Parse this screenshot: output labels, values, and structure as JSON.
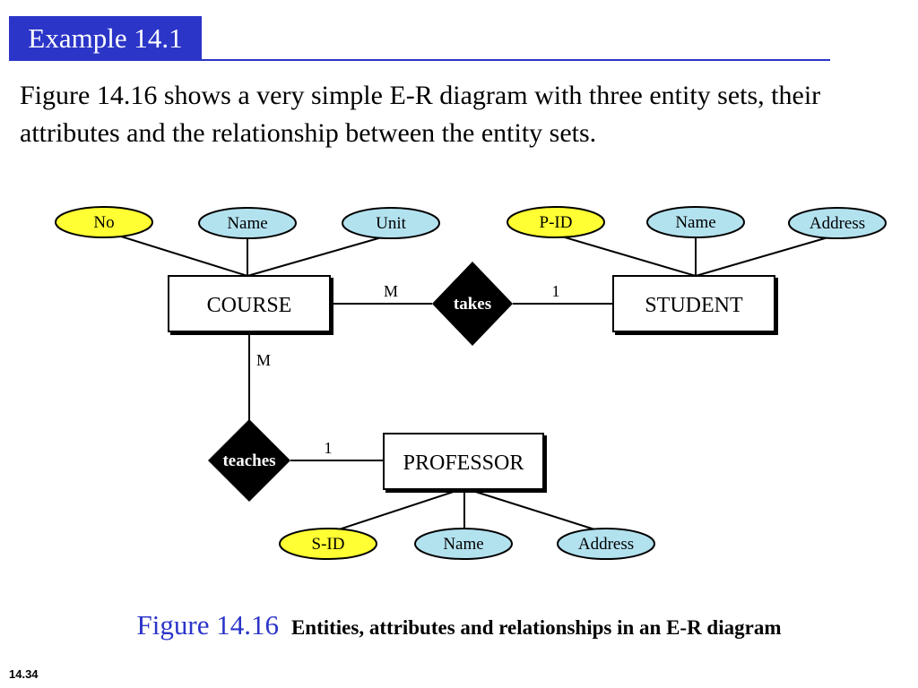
{
  "header": {
    "label": "Example 14.1",
    "accent": "#2b35c8"
  },
  "intro": "Figure 14.16 shows a very simple E-R diagram with three entity sets, their attributes and the relationship between the entity sets.",
  "diagram": {
    "colors": {
      "key_attribute": "#ffff33",
      "attribute": "#b3e2ef",
      "relationship": "#000000"
    },
    "entities": {
      "course": "COURSE",
      "student": "STUDENT",
      "professor": "PROFESSOR"
    },
    "relationships": {
      "takes": "takes",
      "teaches": "teaches"
    },
    "attributes": {
      "course": [
        "No",
        "Name",
        "Unit"
      ],
      "student": [
        "P-ID",
        "Name",
        "Address"
      ],
      "professor": [
        "S-ID",
        "Name",
        "Address"
      ]
    },
    "cardinality": {
      "course_takes": "M",
      "takes_student": "1",
      "course_teaches": "M",
      "teaches_professor": "1"
    }
  },
  "caption": {
    "number": "Figure 14.16",
    "text": "Entities, attributes and relationships in an E-R diagram"
  },
  "slide_number": "14.34"
}
